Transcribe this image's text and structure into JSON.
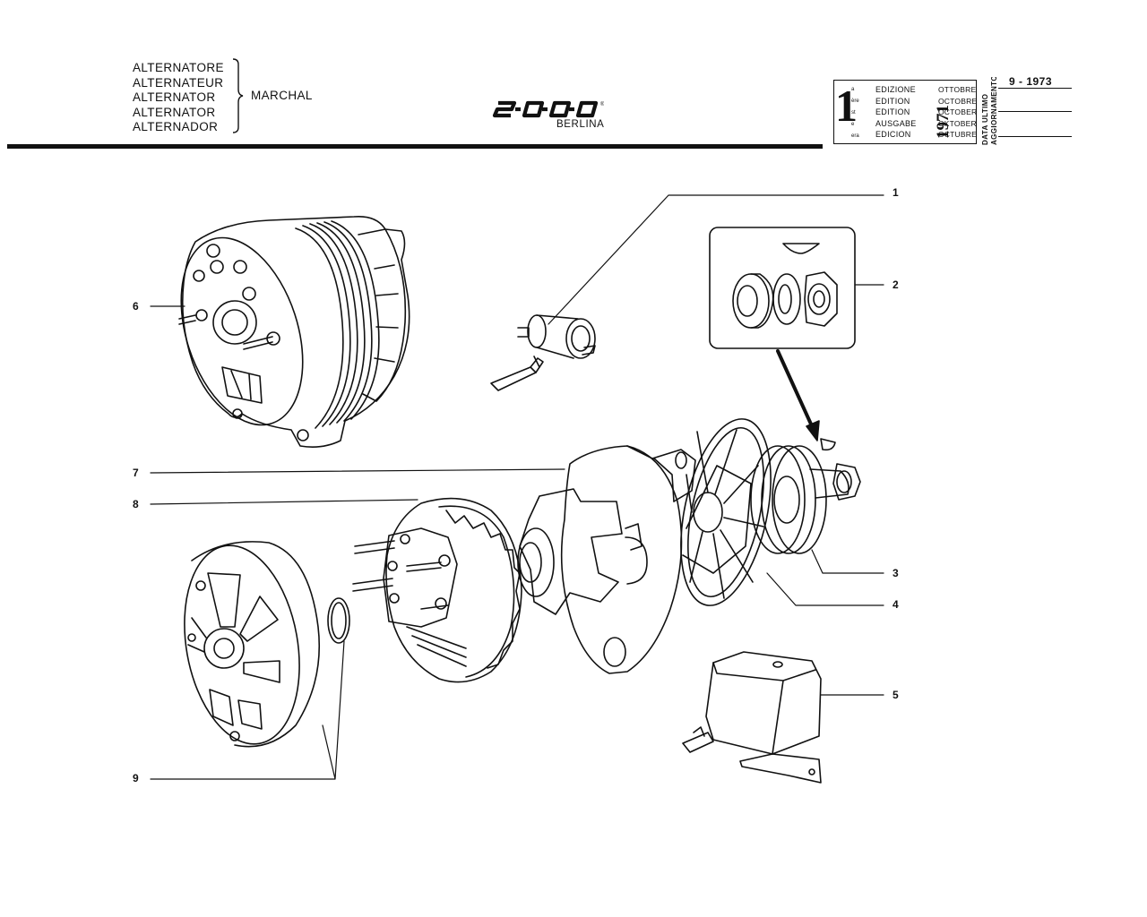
{
  "header": {
    "part_names": [
      "ALTERNATORE",
      "ALTERNATEUR",
      "ALTERNATOR",
      "ALTERNATOR",
      "ALTERNADOR"
    ],
    "manufacturer": "MARCHAL",
    "model_logo_text": "2000",
    "model_body": "BERLINA"
  },
  "edition": {
    "number": "1",
    "ordinal_suffixes": [
      "a",
      "ère",
      "st",
      "e",
      "era"
    ],
    "labels": [
      "EDIZIONE",
      "EDITION",
      "EDITION",
      "AUSGABE",
      "EDICION"
    ],
    "year": "1971",
    "months": [
      "OTTOBRE",
      "OCTOBRE",
      "OCTOBER",
      "OKTOBER",
      "OCTUBRE"
    ],
    "update_label_line1": "DATA ULTIMO",
    "update_label_line2": "AGGIORNAMENTO",
    "update_date": "9 - 1973"
  },
  "callouts": [
    "1",
    "2",
    "3",
    "4",
    "5",
    "6",
    "7",
    "8",
    "9"
  ],
  "colors": {
    "ink": "#111111",
    "paper": "#ffffff"
  }
}
